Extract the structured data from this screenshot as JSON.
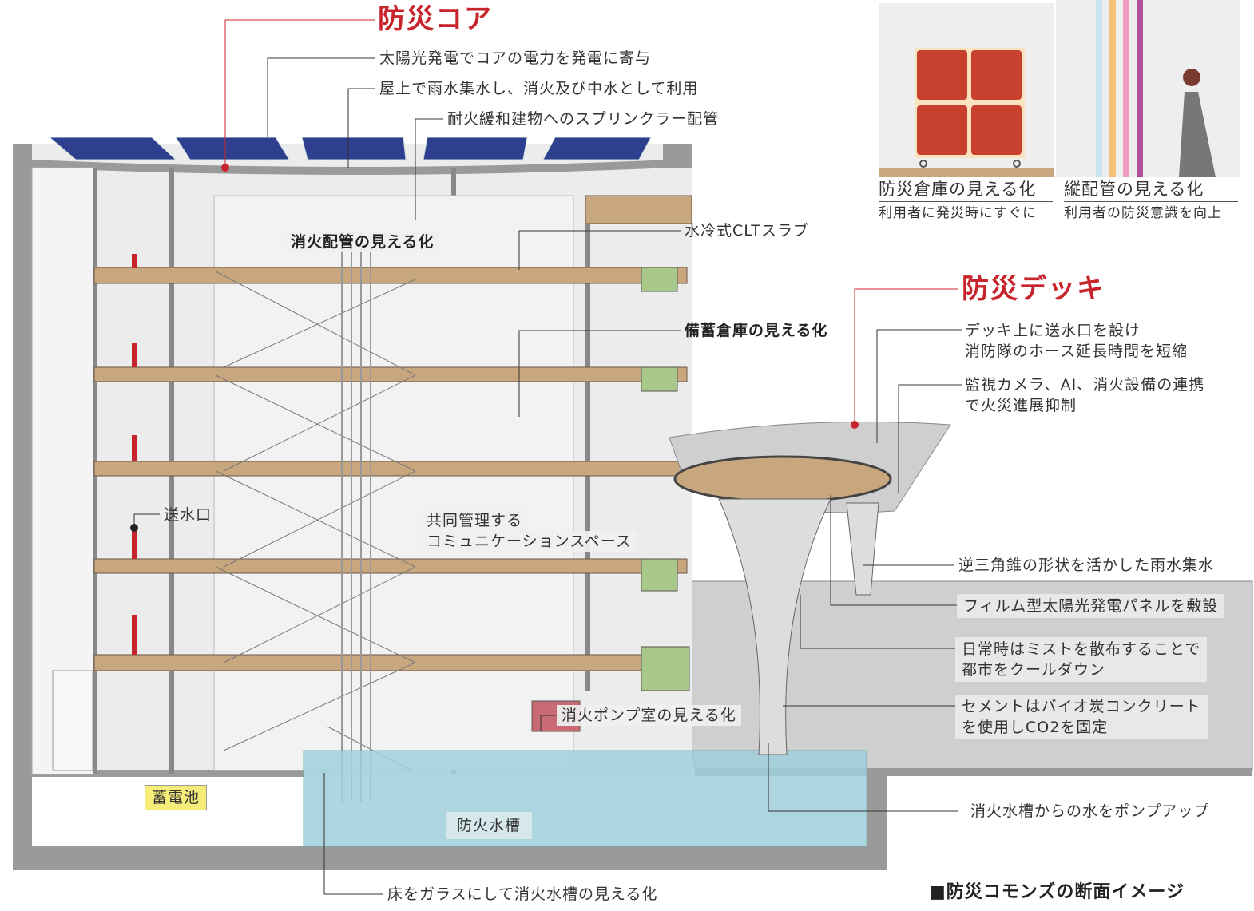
{
  "core": {
    "title": "防災コア",
    "labels": {
      "solar": "太陽光発電でコアの電力を発電に寄与",
      "rain": "屋上で雨水集水し、消火及び中水として利用",
      "sprinkler": "耐火緩和建物へのスプリンクラー配管",
      "fire_pipe": "消火配管の見える化",
      "clt": "水冷式CLTスラブ",
      "storage": "備蓄倉庫の見える化",
      "inlet": "送水口",
      "community_1": "共同管理する",
      "community_2": "コミュニケーションスペース",
      "pump_room": "消火ポンプ室の見える化",
      "battery": "蓄電池",
      "water_tank": "防火水槽",
      "glass_floor": "床をガラスにして消火水槽の見える化"
    }
  },
  "deck": {
    "title": "防災デッキ",
    "labels": {
      "inlet_1": "デッキ上に送水口を設け",
      "inlet_2": "消防隊のホース延長時間を短縮",
      "camera_1": "監視カメラ、AI、消火設備の連携",
      "camera_2": "で火災進展抑制",
      "cone": "逆三角錐の形状を活かした雨水集水",
      "film": "フィルム型太陽光発電パネルを敷設",
      "mist_1": "日常時はミストを散布することで",
      "mist_2": "都市をクールダウン",
      "cement_1": "セメントはバイオ炭コンクリート",
      "cement_2": "を使用しCO2を固定",
      "pump": "消火水槽からの水をポンプアップ"
    }
  },
  "insets": [
    {
      "title": "防災倉庫の見える化",
      "subtitle": "利用者に発災時にすぐに"
    },
    {
      "title": "縦配管の見える化",
      "subtitle": "利用者の防災意識を向上"
    }
  ],
  "caption": "■防災コモンズの断面イメージ",
  "colors": {
    "accent": "#c8242b",
    "slab": "#c8a77e",
    "water": "#9fd0dc",
    "green": "#a8c98a",
    "panel": "#2e3f8f"
  }
}
